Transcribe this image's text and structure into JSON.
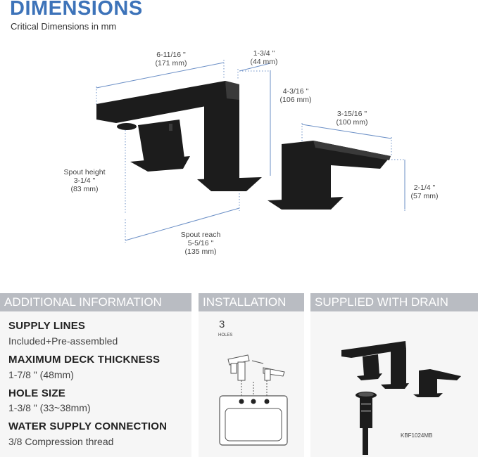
{
  "header": {
    "title": "DIMENSIONS",
    "subtitle": "Critical Dimensions in mm"
  },
  "dimensions": {
    "length": [
      "6-11/16 \"",
      "(171 mm)"
    ],
    "depth": [
      "1-3/4 \"",
      "(44 mm)"
    ],
    "height": [
      "4-3/16 \"",
      "(106 mm)"
    ],
    "handle_length": [
      "3-15/16 \"",
      "(100 mm)"
    ],
    "handle_height": [
      "2-1/4 \"",
      "(57 mm)"
    ],
    "spout_height": [
      "Spout height",
      "3-1/4 \"",
      "(83 mm)"
    ],
    "spout_reach": [
      "Spout reach",
      "5-5/16 \"",
      "(135 mm)"
    ]
  },
  "sections": {
    "additional": {
      "heading": "ADDITIONAL INFORMATION",
      "items": [
        {
          "label": "SUPPLY LINES",
          "value": "Included+Pre-assembled"
        },
        {
          "label": "MAXIMUM DECK THICKNESS",
          "value": "1-7/8 \" (48mm)"
        },
        {
          "label": "HOLE SIZE",
          "value": "1-3/8 \" (33~38mm)"
        },
        {
          "label": "WATER SUPPLY CONNECTION",
          "value": "3/8 Compression thread"
        }
      ]
    },
    "installation": {
      "heading": "INSTALLATION",
      "holes_count": "3",
      "holes_label": "HOLES"
    },
    "drain": {
      "heading": "SUPPLIED WITH DRAIN",
      "model": "KBF1024MB"
    }
  },
  "colors": {
    "accent": "#3d73b9",
    "header_bg": "#b9bcc2",
    "panel_bg": "#f6f6f6",
    "product": "#1a1a1a"
  }
}
